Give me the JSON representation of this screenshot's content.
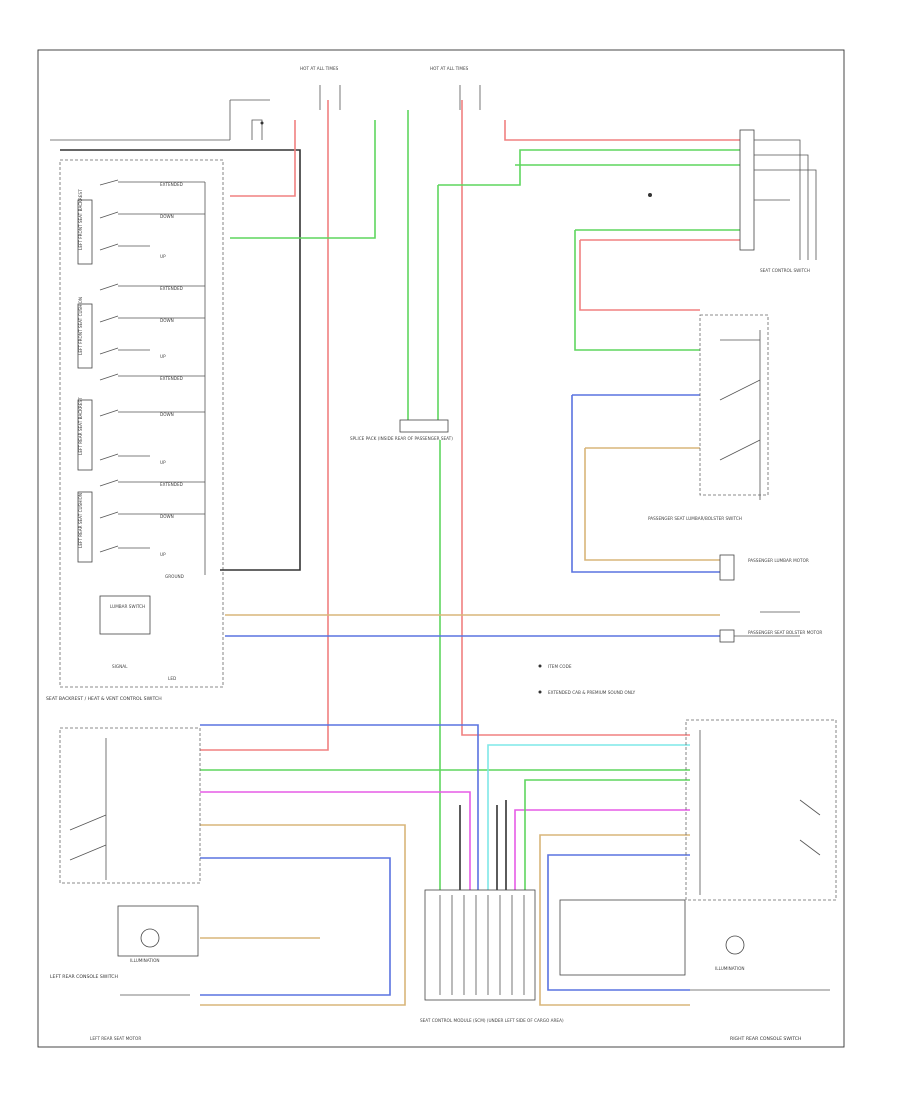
{
  "diagram": {
    "left_module_label": "SEAT BACKREST / HEAT & VENT CONTROL SWITCH",
    "left_module_switches": [
      {
        "group": "LEFT FRONT SEAT BACKREST",
        "positions": [
          "EXTENDED",
          "DOWN",
          "UP"
        ]
      },
      {
        "group": "LEFT FRONT SEAT CUSHION",
        "positions": [
          "EXTENDED",
          "DOWN",
          "UP"
        ]
      },
      {
        "group": "LEFT REAR SEAT BACKREST",
        "positions": [
          "EXTENDED",
          "DOWN",
          "UP"
        ]
      },
      {
        "group": "LEFT REAR SEAT CUSHION",
        "positions": [
          "EXTENDED",
          "DOWN",
          "UP"
        ]
      }
    ],
    "left_module_ground": "GROUND",
    "left_module_lower": [
      "LUMBAR SWITCH",
      "SIGNAL",
      "LED"
    ],
    "top_fuse_labels": [
      "HOT AT ALL TIMES",
      "HOT AT ALL TIMES"
    ],
    "center_label": "SPLICE PACK (INSIDE REAR OF PASSENGER SEAT)",
    "right_module_label": "PASSENGER SEAT LUMBAR/BOLSTER SWITCH",
    "right_upper_label": "SEAT CONTROL SWITCH",
    "right_lower_labels": [
      "PASSENGER LUMBAR MOTOR",
      "PASSENGER SEAT BOLSTER MOTOR"
    ],
    "legend": [
      "ITEM CODE",
      "EXTENDED CAB & PREMIUM SOUND ONLY"
    ],
    "bottom_left_label": "LEFT REAR CONSOLE SWITCH",
    "bottom_left_sub": "ILLUMINATION",
    "bottom_center_label": "SEAT CONTROL MODULE (SCM) (UNDER LEFT SIDE OF CARGO AREA)",
    "bottom_right_label": "RIGHT REAR CONSOLE SWITCH",
    "bottom_right_sub": "ILLUMINATION",
    "bottom_corner_left": "LEFT REAR SEAT MOTOR",
    "wire_colors": {
      "red": "#f08080",
      "green": "#5fd65f",
      "blue": "#5a73e0",
      "tan": "#d8b57a",
      "magenta": "#e65ce6",
      "cyan": "#7fe8e8",
      "black": "#333333"
    }
  }
}
